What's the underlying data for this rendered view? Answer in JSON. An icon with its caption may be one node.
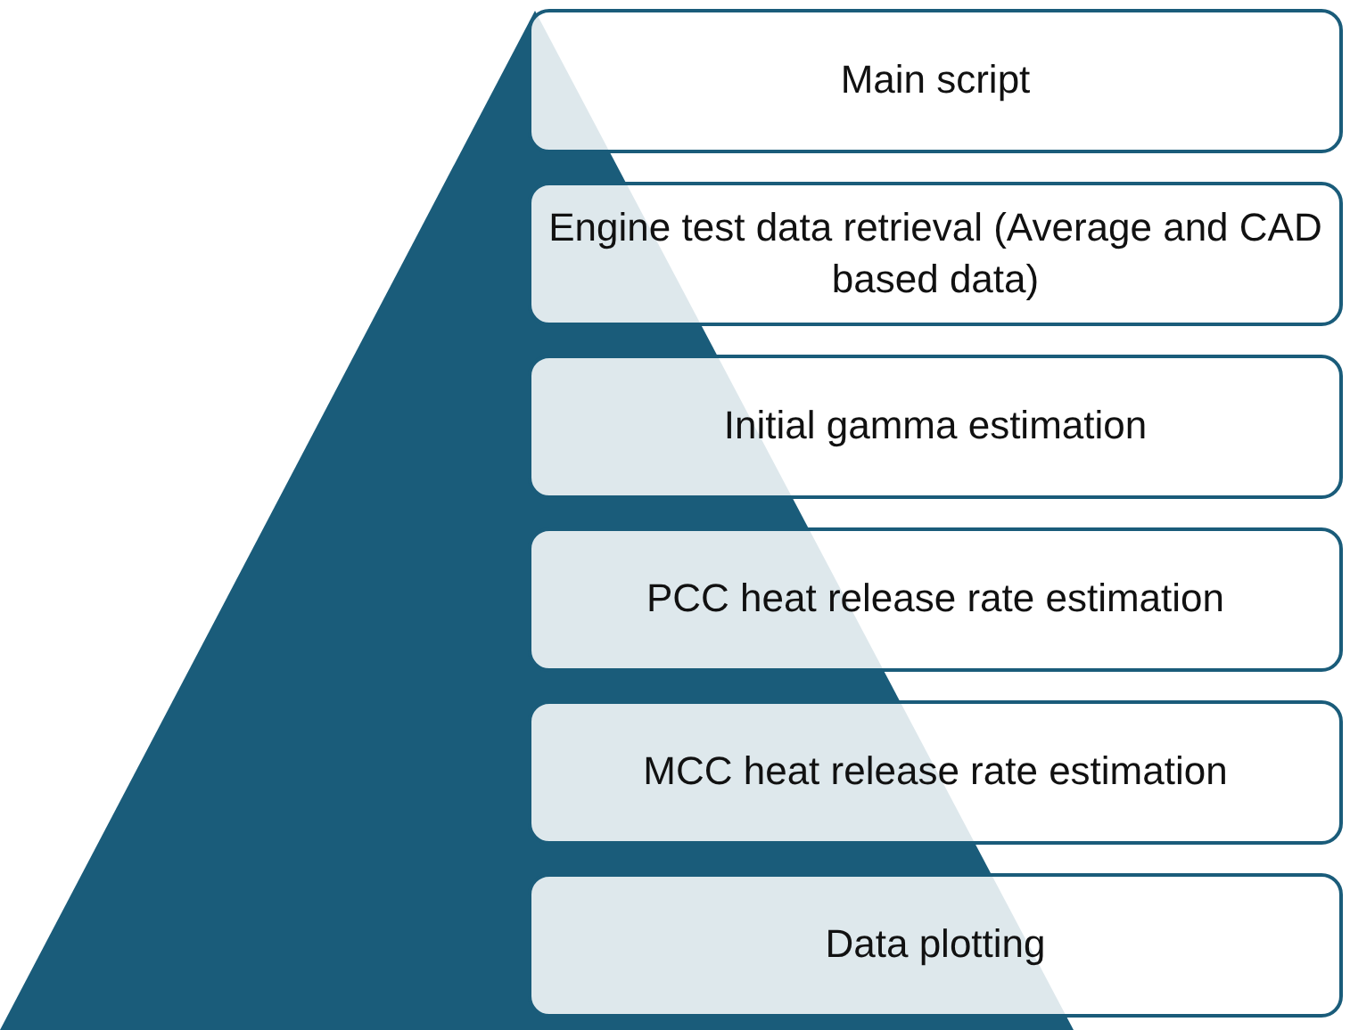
{
  "diagram": {
    "nodes": [
      {
        "text": [
          "Main script"
        ]
      },
      {
        "text": [
          "Engine test data retrieval (Average and CAD based data)"
        ]
      },
      {
        "text": [
          "Initial gamma estimation"
        ]
      },
      {
        "text": [
          "PCC heat release rate estimation"
        ]
      },
      {
        "text": [
          "MCC heat release rate estimation"
        ]
      },
      {
        "text": [
          "Data plotting"
        ]
      }
    ],
    "edges": []
  }
}
